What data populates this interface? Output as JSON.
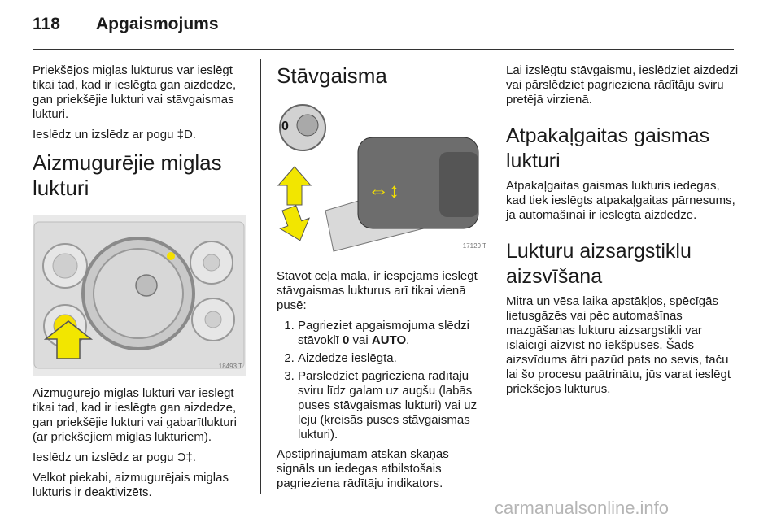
{
  "header": {
    "page_number": "118",
    "title": "Apgaismojums"
  },
  "col1": {
    "p1": "Priekšējos miglas lukturus var ieslēgt tikai tad, kad ir ieslēgta gan aizdedze, gan priekšējie lukturi vai stāvgaismas lukturi.",
    "p2": "Ieslēdz un izslēdz ar pogu ‡D.",
    "heading": "Aizmugurējie miglas lukturi",
    "figure_number": "18493 T",
    "p3": "Aizmugurējo miglas lukturi var ieslēgt tikai tad, kad ir ieslēgta gan aizdedze, gan priekšējie lukturi vai gabarītlukturi (ar priekšējiem miglas lukturiem).",
    "p4": "Ieslēdz un izslēdz ar pogu Ɔ‡.",
    "p5": "Velkot piekabi, aizmugurējais miglas lukturis ir deaktivizēts."
  },
  "col2": {
    "heading": "Stāvgaisma",
    "figure_number": "17129 T",
    "switch_zero": "0",
    "p1": "Stāvot ceļa malā, ir iespējams ieslēgt stāvgaismas lukturus arī tikai vienā pusē:",
    "list": [
      {
        "before": "Pagrieziet apgaismojuma slēdzi stāvoklī ",
        "b1": "0",
        "mid": " vai ",
        "b2": "AUTO",
        "after": "."
      },
      {
        "text": "Aizdedze ieslēgta."
      },
      {
        "text": "Pārslēdziet pagrieziena rādītāju sviru līdz galam uz augšu (labās puses stāvgaismas lukturi) vai uz leju (kreisās puses stāvgaismas lukturi)."
      }
    ],
    "p2": "Apstiprinājumam atskan skaņas signāls un iedegas atbilstošais pagrieziena rādītāju indikators."
  },
  "col3": {
    "p1": "Lai izslēgtu stāvgaismu, ieslēdziet aizdedzi vai pārslēdziet pagrieziena rādītāju sviru pretējā virzienā.",
    "heading1": "Atpakaļgaitas gaismas lukturi",
    "p2": "Atpakaļgaitas gaismas lukturis iedegas, kad tiek ieslēgts atpakaļgaitas pārnesums, ja automašīnai ir ieslēgta aizdedze.",
    "heading2": "Lukturu aizsargstiklu aizsvīšana",
    "p3": "Mitra un vēsa laika apstākļos, spēcīgās lietusgāzēs vai pēc automašīnas mazgāšanas lukturu aizsargstikli var īslaicīgi aizvīst no iekšpuses. Šāds aizsvīdums ātri pazūd pats no sevis, taču lai šo procesu paātrinātu, jūs varat ieslēgt priekšējos lukturus."
  },
  "colors": {
    "arrow_yellow": "#f2e600",
    "indicator_yellow": "#f5e000"
  },
  "watermark": "carmanualsonline.info"
}
